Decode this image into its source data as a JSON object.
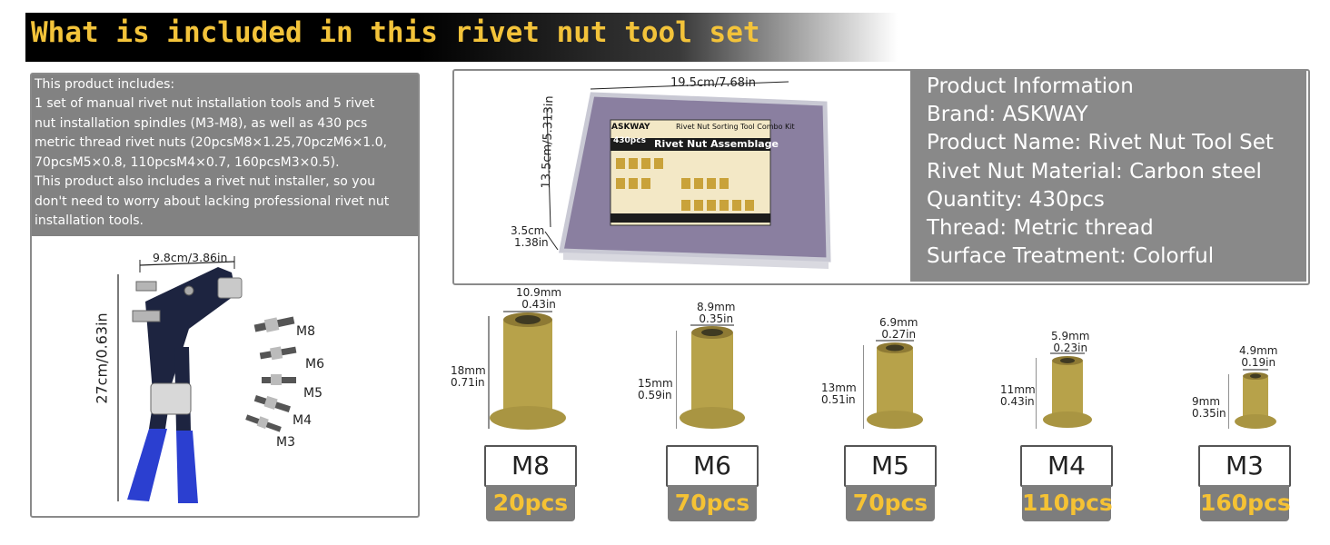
{
  "header": {
    "title": "What is included in this rivet nut tool set"
  },
  "description": {
    "lines": [
      "This product includes:",
      "1 set of manual rivet nut installation tools and 5 rivet",
      "nut installation spindles (M3-M8), as well as 430 pcs",
      "metric thread rivet nuts (20pcsM8×1.25,70pczM6×1.0,",
      "70pcsM5×0.8, 110pcsM4×0.7, 160pcsM3×0.5).",
      "This product also includes a rivet nut installer, so you",
      "don't need to worry about lacking professional rivet nut",
      "installation tools."
    ]
  },
  "tool": {
    "width_label": "9.8cm/3.86in",
    "height_label": "27cm/0.63in",
    "spindles": [
      "M8",
      "M6",
      "M5",
      "M4",
      "M3"
    ]
  },
  "kit": {
    "width_label": "19.5cm/7.68in",
    "height_label": "13.5cm/5.313in",
    "depth_label_1": "3.5cm",
    "depth_label_2": "1.38in",
    "box_brand": "ASKWAY",
    "box_count": "430pcs",
    "box_title": "Rivet Nut Assemblage",
    "box_subtitle": "Rivet Nut Sorting Tool Combo Kit"
  },
  "product_info": {
    "lines": [
      "Product Information",
      "Brand: ASKWAY",
      "Product Name: Rivet Nut Tool Set",
      "Rivet Nut Material: Carbon steel",
      "Quantity: 430pcs",
      "Thread: Metric thread",
      "Surface Treatment: Colorful"
    ]
  },
  "nuts": [
    {
      "size": "M8",
      "count": "20pcs",
      "dia_mm": "10.9mm",
      "dia_in": "0.43in",
      "len_mm": "18mm",
      "len_in": "0.71in"
    },
    {
      "size": "M6",
      "count": "70pcs",
      "dia_mm": "8.9mm",
      "dia_in": "0.35in",
      "len_mm": "15mm",
      "len_in": "0.59in"
    },
    {
      "size": "M5",
      "count": "70pcs",
      "dia_mm": "6.9mm",
      "dia_in": "0.27in",
      "len_mm": "13mm",
      "len_in": "0.51in"
    },
    {
      "size": "M4",
      "count": "110pcs",
      "dia_mm": "5.9mm",
      "dia_in": "0.23in",
      "len_mm": "11mm",
      "len_in": "0.43in"
    },
    {
      "size": "M3",
      "count": "160pcs",
      "dia_mm": "4.9mm",
      "dia_in": "0.19in",
      "len_mm": "9mm",
      "len_in": "0.35in"
    }
  ],
  "colors": {
    "accent": "#f3c33a",
    "panel_gray": "#898989",
    "tool_blue": "#2b3fd0"
  }
}
